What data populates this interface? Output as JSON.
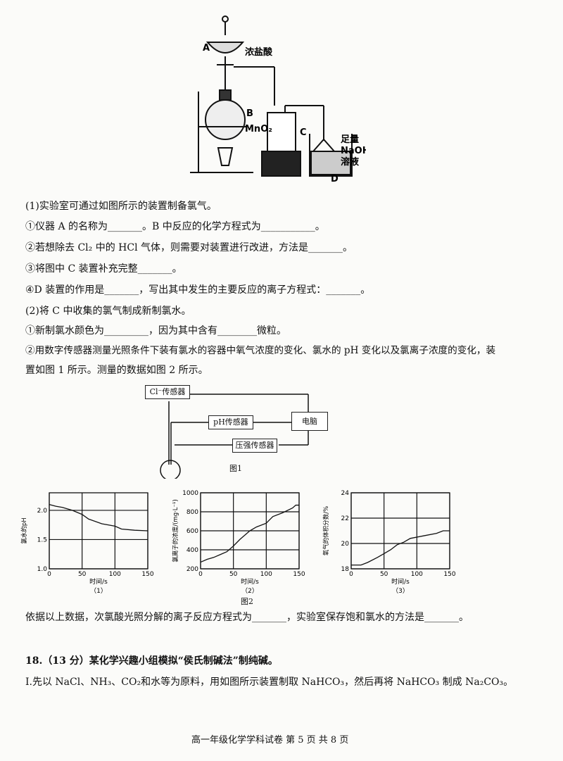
{
  "apparatus": {
    "label_a": "A",
    "acid": "浓盐酸",
    "label_b": "B",
    "mno2": "MnO₂",
    "label_c": "C",
    "label_d": "D",
    "naoh1": "足量",
    "naoh2": "NaOH",
    "naoh3": "溶液"
  },
  "text": {
    "q1": "(1)实验室可通过如图所示的装置制备氯气。",
    "q1a": "①仪器 A 的名称为_______。B 中反应的化学方程式为___________。",
    "q1b": "②若想除去 Cl₂ 中的 HCl 气体，则需要对装置进行改进，方法是_______。",
    "q1c": "③将图中 C 装置补充完整_______。",
    "q1d": "④D 装置的作用是_______，写出其中发生的主要反应的离子方程式：_______。",
    "q2": "(2)将 C 中收集的氯气制成新制氯水。",
    "q2a": "①新制氯水颜色为_________，因为其中含有________微粒。",
    "q2b1": "②用数字传感器测量光照条件下装有氯水的容器中氧气浓度的变化、氯水的 pH 变化以及氯离子浓度的变化，装",
    "q2b2": "置如图 1 所示。测量的数据如图 2 所示。",
    "q2c": "依据以上数据，次氯酸光照分解的离子反应方程式为_______，实验室保存饱和氯水的方法是_______。",
    "q18": "18.（13 分）某化学兴趣小组模拟“侯氏制碱法”制纯碱。",
    "q18a": "I.先以 NaCl、NH₃、CO₂和水等为原料，用如图所示装置制取 NaHCO₃，然后再将 NaHCO₃ 制成 Na₂CO₃。"
  },
  "fig1": {
    "cl_sensor": "Cl⁻传感器",
    "ph_sensor": "pH传感器",
    "computer": "电脑",
    "pressure_sensor": "压强传感器",
    "caption": "图1"
  },
  "fig2_caption": "图2",
  "footer": "高一年级化学学科试卷 第 5 页 共 8 页",
  "chart_data": [
    {
      "type": "line",
      "sub": "（1）",
      "ylabel": "氯水的pH",
      "xlabel": "时间/s",
      "xlim": [
        0,
        150
      ],
      "ylim": [
        1.0,
        2.3
      ],
      "xticks": [
        0,
        50,
        100,
        150
      ],
      "yticks": [
        1.0,
        1.5,
        2.0
      ],
      "yticklabels": [
        "1.0",
        "1.5",
        "2.0"
      ],
      "grid": true,
      "x": [
        0,
        10,
        20,
        35,
        50,
        60,
        80,
        100,
        110,
        130,
        150
      ],
      "y": [
        2.1,
        2.07,
        2.05,
        2.0,
        1.93,
        1.85,
        1.77,
        1.73,
        1.68,
        1.66,
        1.65
      ]
    },
    {
      "type": "line",
      "sub": "（2）",
      "ylabel": "氯离子的浓度/(mg·L⁻¹)",
      "xlabel": "时间/s",
      "xlim": [
        0,
        150
      ],
      "ylim": [
        200,
        1000
      ],
      "xticks": [
        0,
        50,
        100,
        150
      ],
      "yticks": [
        200,
        400,
        600,
        800,
        1000
      ],
      "yticklabels": [
        "200",
        "400",
        "600",
        "800",
        "1000"
      ],
      "grid": true,
      "x": [
        0,
        10,
        20,
        30,
        40,
        50,
        60,
        75,
        85,
        100,
        110,
        125,
        140,
        145,
        150
      ],
      "y": [
        270,
        300,
        320,
        350,
        380,
        440,
        510,
        600,
        640,
        680,
        750,
        790,
        840,
        870,
        870
      ]
    },
    {
      "type": "line",
      "sub": "（3）",
      "ylabel": "氧气的体积分数/%",
      "xlabel": "时间/s",
      "xlim": [
        0,
        150
      ],
      "ylim": [
        18,
        24
      ],
      "xticks": [
        0,
        50,
        100,
        150
      ],
      "yticks": [
        18,
        20,
        22,
        24
      ],
      "yticklabels": [
        "18",
        "20",
        "22",
        "24"
      ],
      "grid": true,
      "x": [
        0,
        15,
        25,
        40,
        50,
        60,
        70,
        80,
        90,
        110,
        130,
        140,
        150
      ],
      "y": [
        18.3,
        18.3,
        18.5,
        18.9,
        19.2,
        19.5,
        19.9,
        20.1,
        20.4,
        20.6,
        20.8,
        21.0,
        21.0
      ]
    }
  ]
}
